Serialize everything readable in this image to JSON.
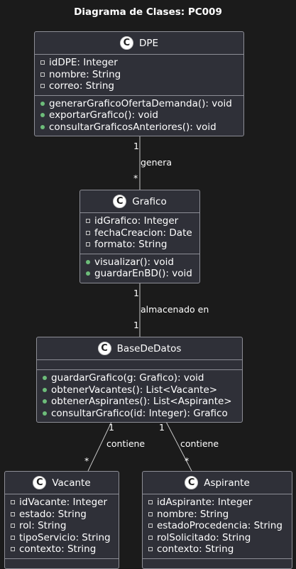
{
  "diagram": {
    "title": "Diagrama de Clases: PC009",
    "classes": {
      "dpe": {
        "name": "DPE",
        "attributes": [
          "idDPE: Integer",
          "nombre: String",
          "correo: String"
        ],
        "methods": [
          "generarGraficoOfertaDemanda(): void",
          "exportarGrafico(): void",
          "consultarGraficosAnteriores(): void"
        ]
      },
      "grafico": {
        "name": "Grafico",
        "attributes": [
          "idGrafico: Integer",
          "fechaCreacion: Date",
          "formato: String"
        ],
        "methods": [
          "visualizar(): void",
          "guardarEnBD(): void"
        ]
      },
      "basededatos": {
        "name": "BaseDeDatos",
        "attributes": [],
        "methods": [
          "guardarGrafico(g: Grafico): void",
          "obtenerVacantes(): List<Vacante>",
          "obtenerAspirantes(): List<Aspirante>",
          "consultarGrafico(id: Integer): Grafico"
        ]
      },
      "vacante": {
        "name": "Vacante",
        "attributes": [
          "idVacante: Integer",
          "estado: String",
          "rol: String",
          "tipoServicio: String",
          "contexto: String"
        ],
        "methods": []
      },
      "aspirante": {
        "name": "Aspirante",
        "attributes": [
          "idAspirante: Integer",
          "nombre: String",
          "estadoProcedencia: String",
          "rolSolicitado: String",
          "contexto: String"
        ],
        "methods": []
      }
    },
    "class_badge": "C",
    "relations": {
      "genera": {
        "label": "genera",
        "from_mult": "1",
        "to_mult": "*"
      },
      "almacenado": {
        "label": "almacenado en",
        "from_mult": "1",
        "to_mult": "1"
      },
      "contiene_vacante": {
        "label": "contiene",
        "from_mult": "1",
        "to_mult": "*"
      },
      "contiene_aspirante": {
        "label": "contiene",
        "from_mult": "1",
        "to_mult": "*"
      }
    }
  }
}
